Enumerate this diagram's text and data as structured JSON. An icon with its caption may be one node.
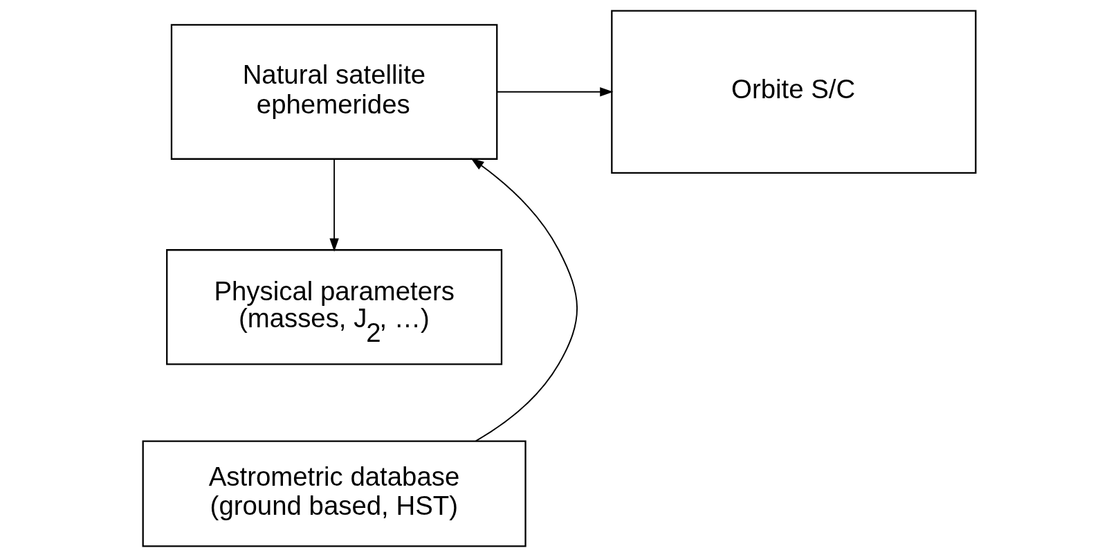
{
  "diagram": {
    "nodes": [
      {
        "text": [
          "Natural satellite ephemerides"
        ]
      },
      {
        "text": [
          "Orbite S/C"
        ]
      },
      {
        "text": [
          "Physical parameters (masses, J$_{2}$, …)"
        ]
      },
      {
        "text": [
          "Astrometric database (ground based, HST)"
        ]
      }
    ],
    "edges": [
      {
        "from": 0,
        "to": 1,
        "arrow": "to"
      },
      {
        "from": 0,
        "to": 2,
        "arrow": "to"
      },
      {
        "from": 3,
        "to": 0,
        "arrow": "to"
      }
    ]
  }
}
